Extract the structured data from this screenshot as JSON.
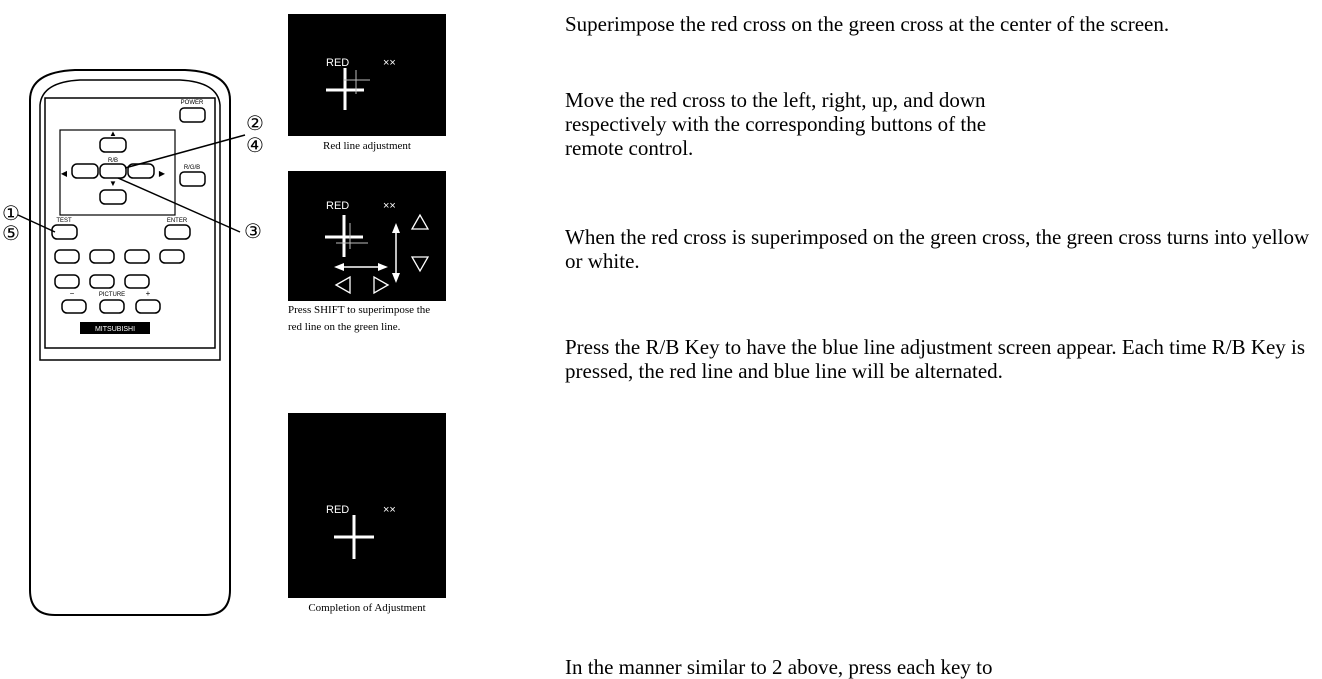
{
  "remote": {
    "buttons": {
      "power": "POWER",
      "rb": "R/B",
      "rgb": "R/G/B",
      "test": "TEST",
      "enter": "ENTER",
      "picture": "PICTURE",
      "minus": "−",
      "plus": "+",
      "brand": "MITSUBISHI"
    },
    "callouts": [
      "①",
      "⑤",
      "②",
      "④",
      "③"
    ]
  },
  "figures": [
    {
      "label": "RED",
      "xx": "××",
      "caption": "Red line adjustment"
    },
    {
      "label": "RED",
      "xx": "××",
      "caption_lines": [
        "Press SHIFT to superimpose the",
        "red line on the green line."
      ]
    },
    {
      "label": "RED",
      "xx": "××",
      "caption": "Completion of Adjustment"
    }
  ],
  "paragraphs": [
    "Superimpose the red cross on the green cross at the center of the screen.",
    "Move the red cross to the left, right, up, and down respectively with the corresponding buttons of the remote control.",
    "When the red cross is superimposed on the green cross, the green cross turns into yellow or white.",
    "Press the R/B Key to have the blue line adjustment screen appear. Each time R/B Key is pressed, the red line and blue line will be alternated.",
    "In the manner similar to 2 above, press each key to"
  ]
}
